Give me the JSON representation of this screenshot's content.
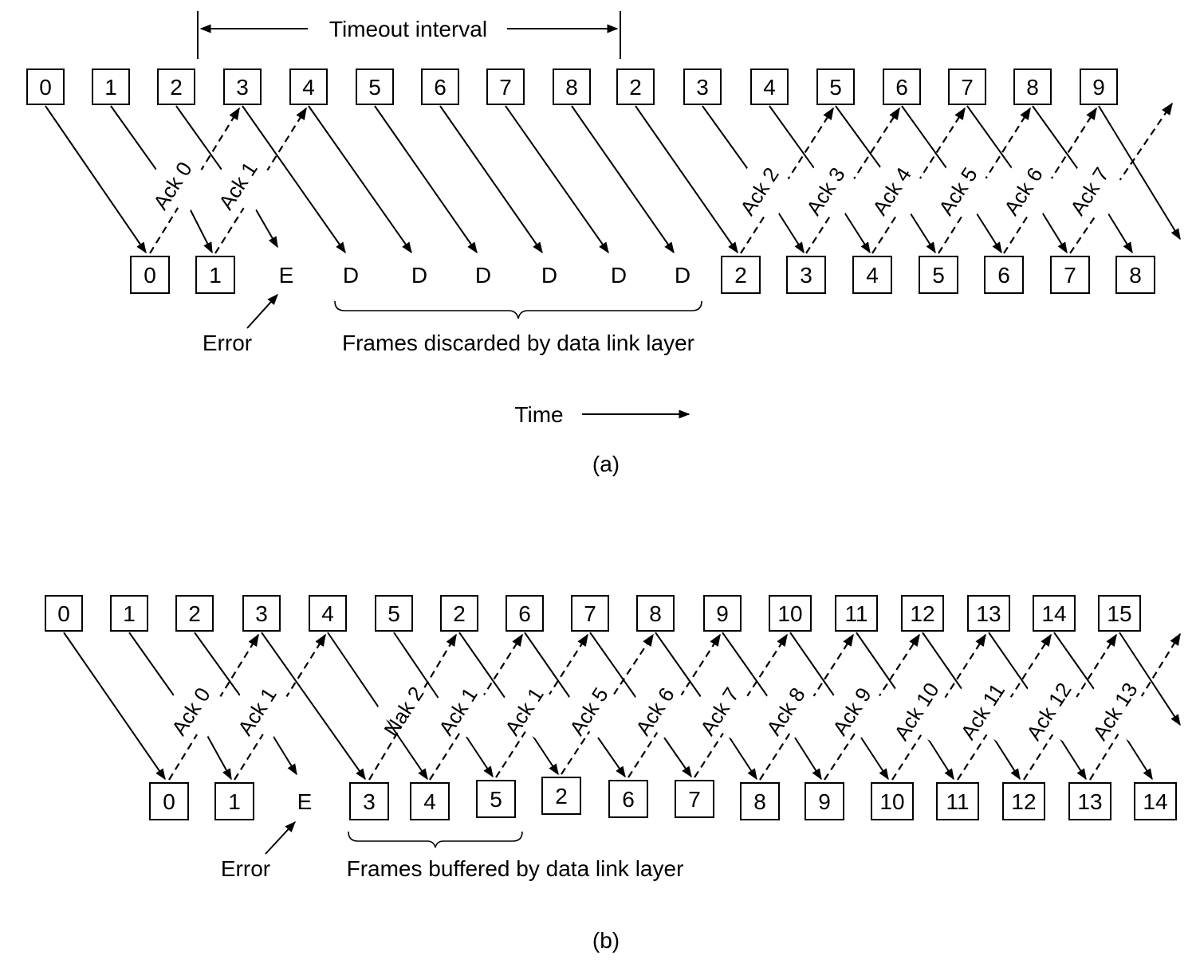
{
  "diagram_a": {
    "timeout_label": "Timeout interval",
    "sender_frames": [
      "0",
      "1",
      "2",
      "3",
      "4",
      "5",
      "6",
      "7",
      "8",
      "2",
      "3",
      "4",
      "5",
      "6",
      "7",
      "8",
      "9"
    ],
    "receiver_frames": [
      "0",
      "1",
      "E",
      "D",
      "D",
      "D",
      "D",
      "D",
      "D",
      "2",
      "3",
      "4",
      "5",
      "6",
      "7",
      "8"
    ],
    "acks": [
      "Ack 0",
      "Ack 1",
      "Ack 2",
      "Ack 3",
      "Ack 4",
      "Ack 5",
      "Ack 6",
      "Ack 7"
    ],
    "error_label": "Error",
    "brace_label": "Frames discarded by data link layer",
    "time_label": "Time",
    "caption": "(a)"
  },
  "diagram_b": {
    "sender_frames": [
      "0",
      "1",
      "2",
      "3",
      "4",
      "5",
      "2",
      "6",
      "7",
      "8",
      "9",
      "10",
      "11",
      "12",
      "13",
      "14",
      "15"
    ],
    "receiver_frames": [
      "0",
      "1",
      "E",
      "3",
      "4",
      "5",
      "2",
      "6",
      "7",
      "8",
      "9",
      "10",
      "11",
      "12",
      "13",
      "14"
    ],
    "acks": [
      "Ack 0",
      "Ack 1",
      "Nak 2",
      "Ack 1",
      "Ack 1",
      "Ack 5",
      "Ack 6",
      "Ack 7",
      "Ack 8",
      "Ack 9",
      "Ack 10",
      "Ack 11",
      "Ack 12",
      "Ack 13"
    ],
    "error_label": "Error",
    "brace_label": "Frames buffered by data link layer",
    "caption": "(b)"
  }
}
